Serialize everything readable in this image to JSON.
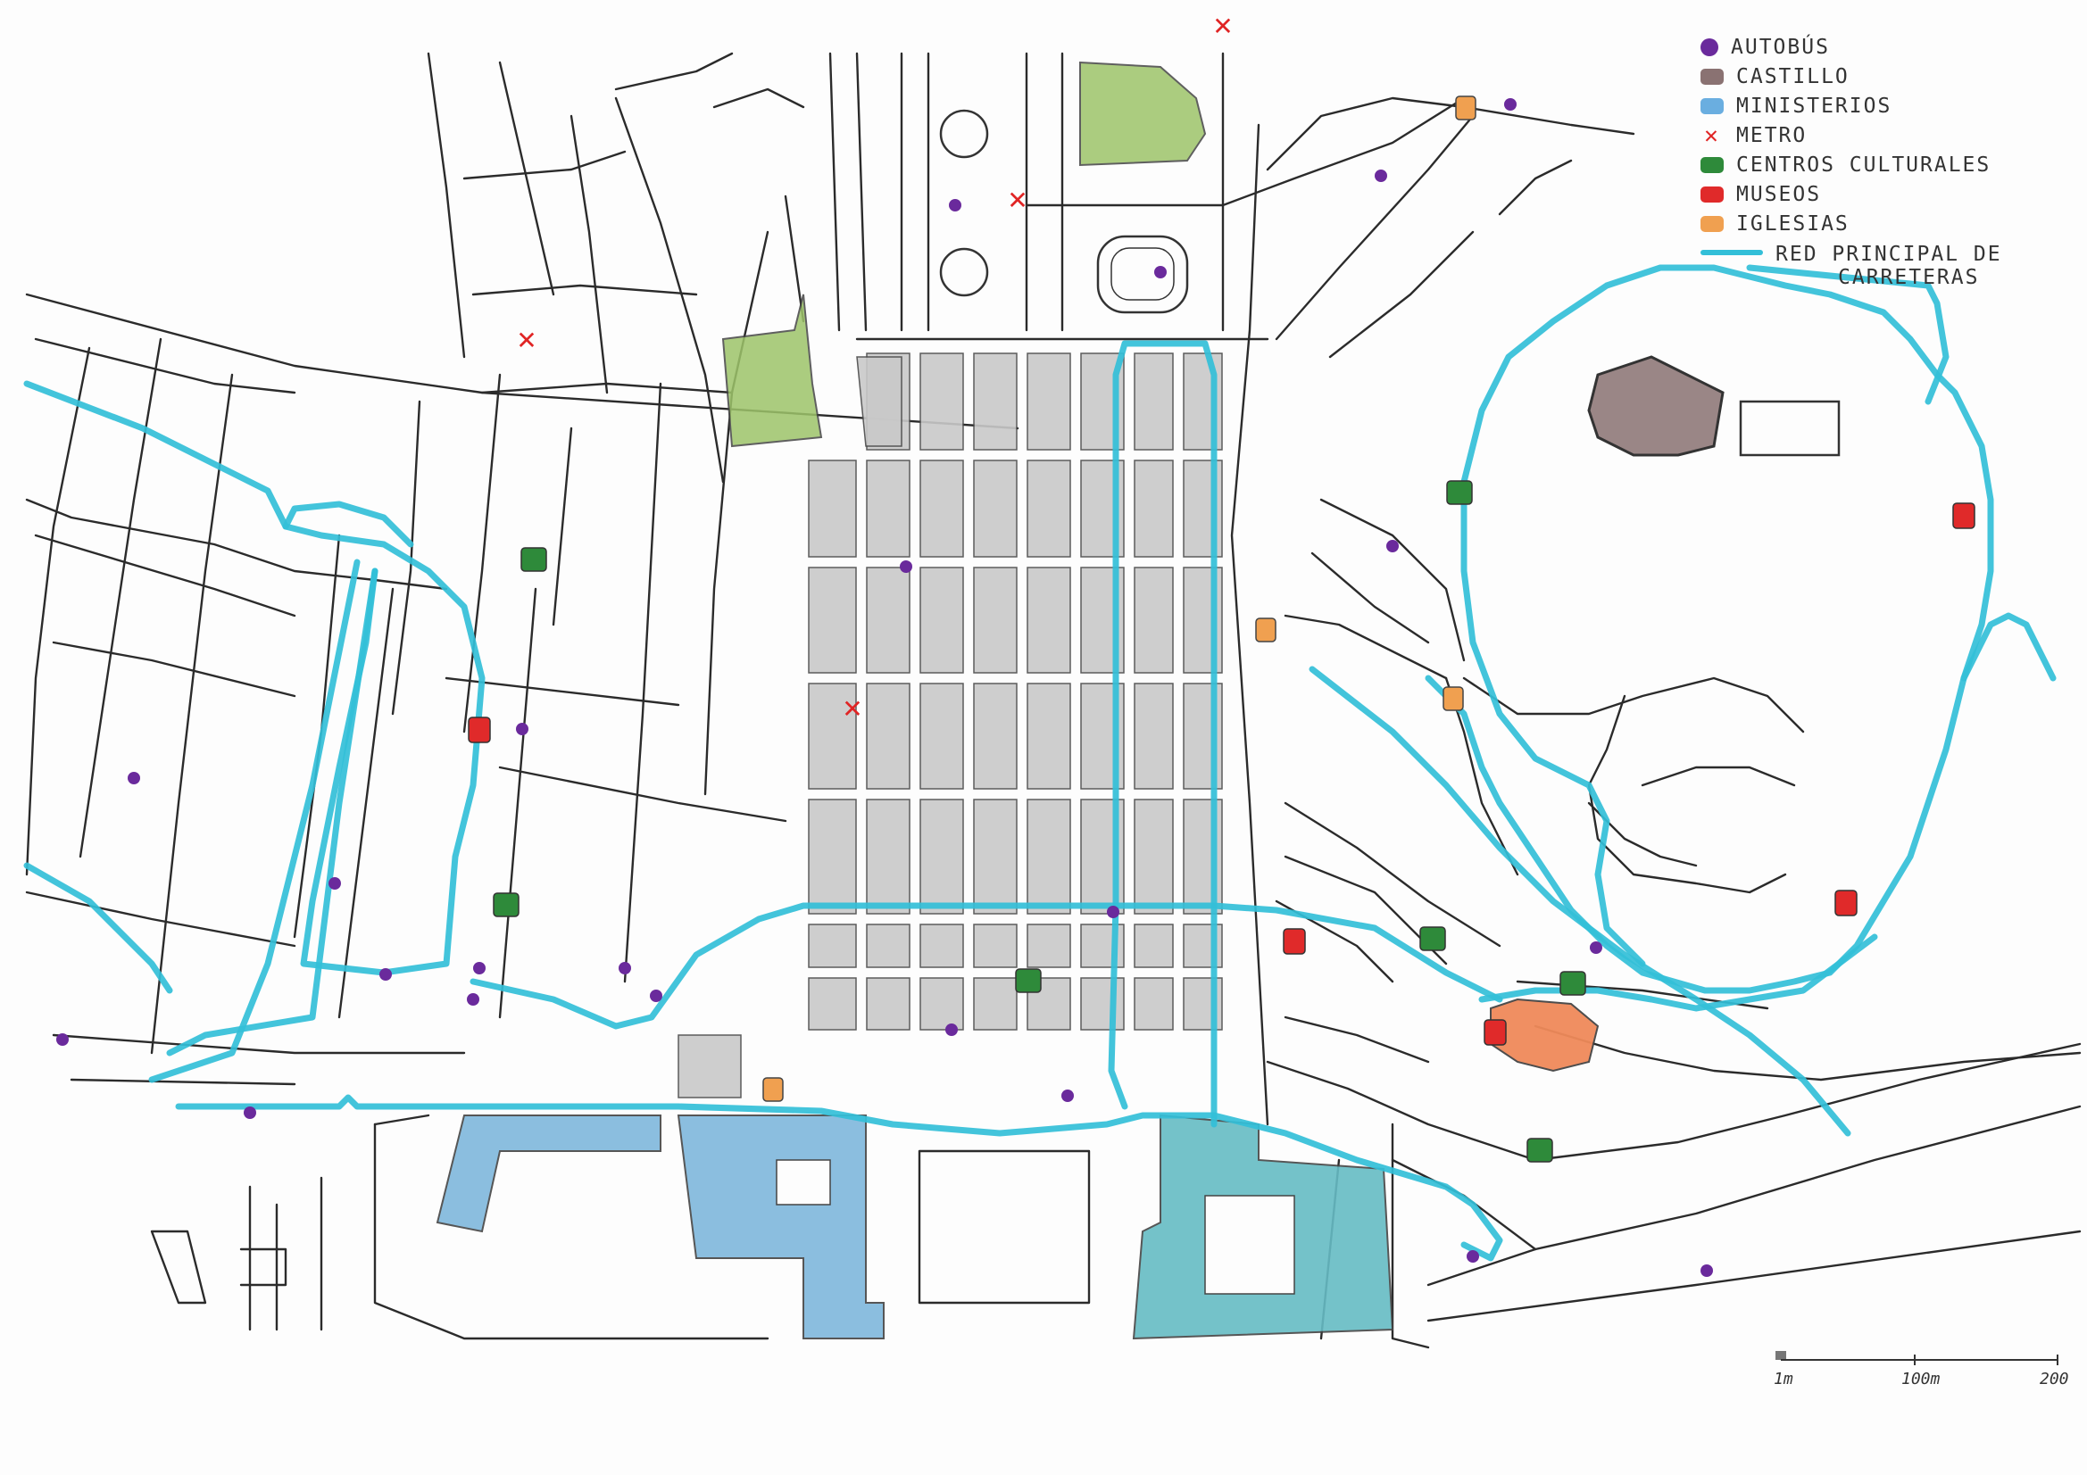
{
  "legend": {
    "items": [
      {
        "label": "AUTOBÚS",
        "color": "#6a2a9c",
        "icon": "bus-dot-icon"
      },
      {
        "label": "CASTILLO",
        "color": "#8a7272",
        "icon": "castle-swatch-icon"
      },
      {
        "label": "MINISTERIOS",
        "color": "#6aaee0",
        "icon": "ministry-swatch-icon"
      },
      {
        "label": "METRO",
        "color": "#e02424",
        "icon": "metro-cross-icon"
      },
      {
        "label": "CENTROS CULTURALES",
        "color": "#2e8a3a",
        "icon": "cultural-center-swatch-icon"
      },
      {
        "label": "MUSEOS",
        "color": "#e02a2a",
        "icon": "museum-swatch-icon"
      },
      {
        "label": "IGLESIAS",
        "color": "#f0a050",
        "icon": "church-swatch-icon"
      }
    ],
    "road_label_line1": "RED PRINCIPAL DE",
    "road_label_line2": "CARRETERAS",
    "road_color": "#33bfd8"
  },
  "scale": {
    "labels": [
      "1m",
      "100m",
      "200"
    ]
  },
  "colors": {
    "park": "#9dc46a",
    "block_gray": "#c9c9c9",
    "ministry": "#7fb8dc",
    "ministry_teal": "#66bcc4",
    "castle": "#9a8686",
    "church_large": "#f08a5a",
    "bus": "#6a2a9c",
    "metro": "#e02424",
    "museum": "#e02a2a",
    "cultural": "#2e8a3a"
  }
}
